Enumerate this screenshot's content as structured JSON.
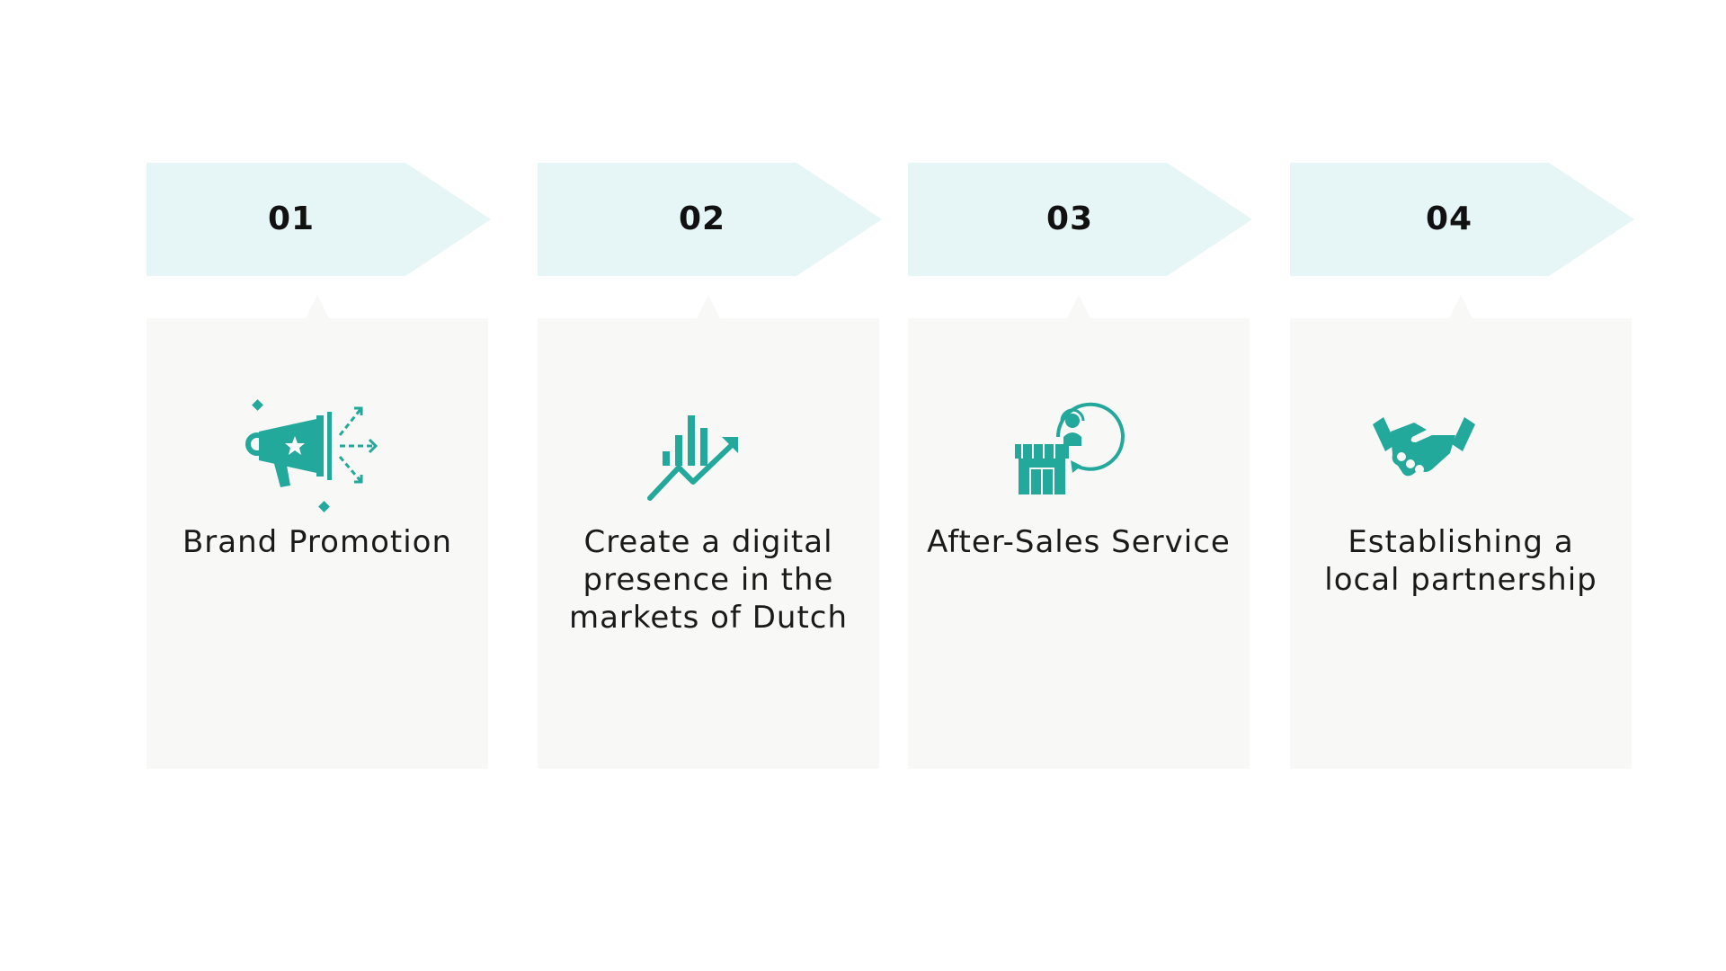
{
  "colors": {
    "chevron_fill": "#e6f6f6",
    "card_fill": "#f8f8f6",
    "icon_teal": "#23a89c",
    "number_text": "#111111",
    "label_text": "#1a1a1a"
  },
  "steps": [
    {
      "number": "01",
      "label": "Brand Promotion",
      "icon": "megaphone-icon"
    },
    {
      "number": "02",
      "label": "Create a digital presence in the markets of Dutch",
      "icon": "growth-chart-icon"
    },
    {
      "number": "03",
      "label": "After-Sales Service",
      "icon": "store-support-icon"
    },
    {
      "number": "04",
      "label": "Establishing a local partnership",
      "icon": "handshake-icon"
    }
  ]
}
